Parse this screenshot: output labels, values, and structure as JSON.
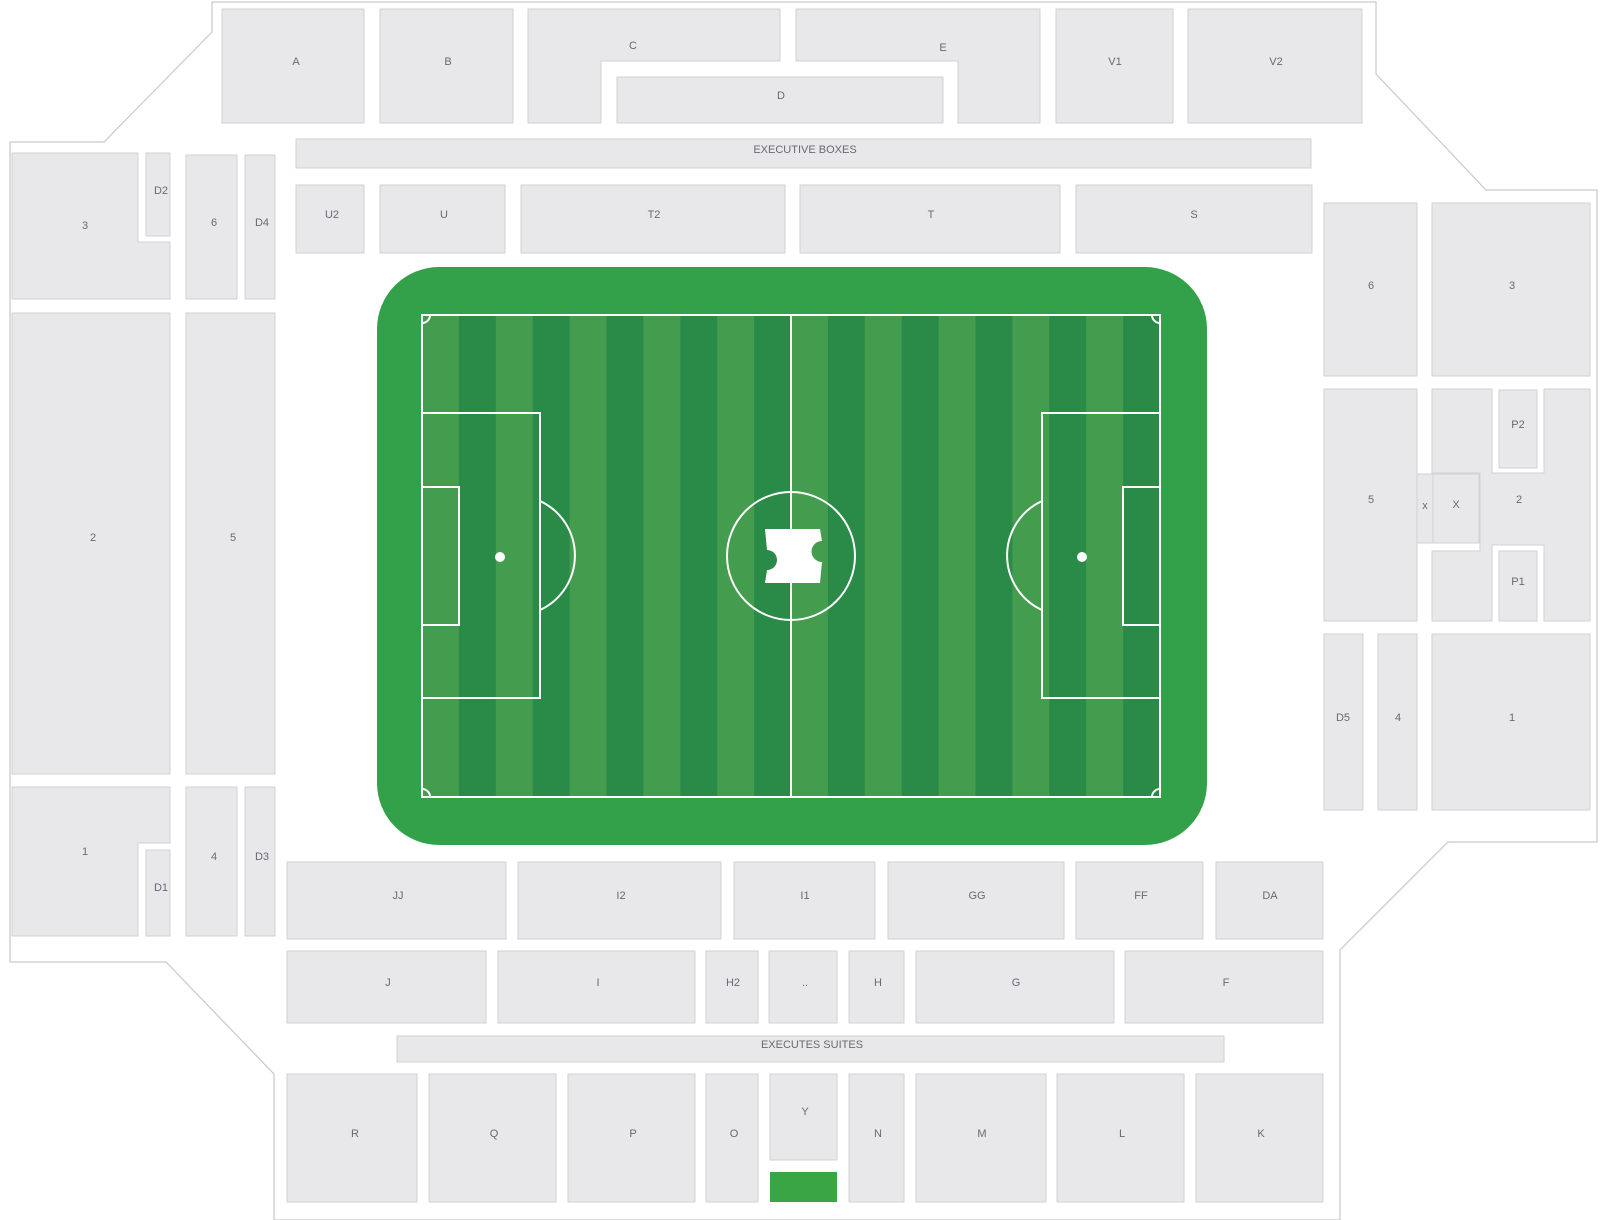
{
  "sections": {
    "A": "A",
    "B": "B",
    "C": "C",
    "D": "D",
    "E": "E",
    "V1": "V1",
    "V2": "V2",
    "EXEC_BOXES": "EXECUTIVE BOXES",
    "U2": "U2",
    "U": "U",
    "T2": "T2",
    "T": "T",
    "S": "S",
    "W3": "3",
    "WD2": "D2",
    "W6": "6",
    "WD4": "D4",
    "W2": "2",
    "W5": "5",
    "W1": "1",
    "WD1": "D1",
    "W4": "4",
    "WD3": "D3",
    "E6": "6",
    "E3": "3",
    "E5": "5",
    "EP2": "P2",
    "Ex": "x",
    "EX": "X",
    "E2": "2",
    "EP1": "P1",
    "ED5": "D5",
    "E4": "4",
    "E1": "1",
    "JJ": "JJ",
    "I2": "I2",
    "I1": "I1",
    "GG": "GG",
    "FF": "FF",
    "DA": "DA",
    "J": "J",
    "I": "I",
    "H2": "H2",
    "DOTS": "..",
    "H": "H",
    "G": "G",
    "F": "F",
    "EXEC_SUITES": "EXECUTES SUITES",
    "R": "R",
    "Q": "Q",
    "P": "P",
    "O": "O",
    "Y": "Y",
    "N": "N",
    "M": "M",
    "L": "L",
    "K": "K"
  },
  "colors": {
    "section_fill": "#e8e8ea",
    "pitch_surround": "#33a04a",
    "stripe_dark": "#2a8a47",
    "stripe_light": "#449c4f",
    "highlight": "#3aa545"
  },
  "icons": {
    "center": "ticket-icon"
  }
}
